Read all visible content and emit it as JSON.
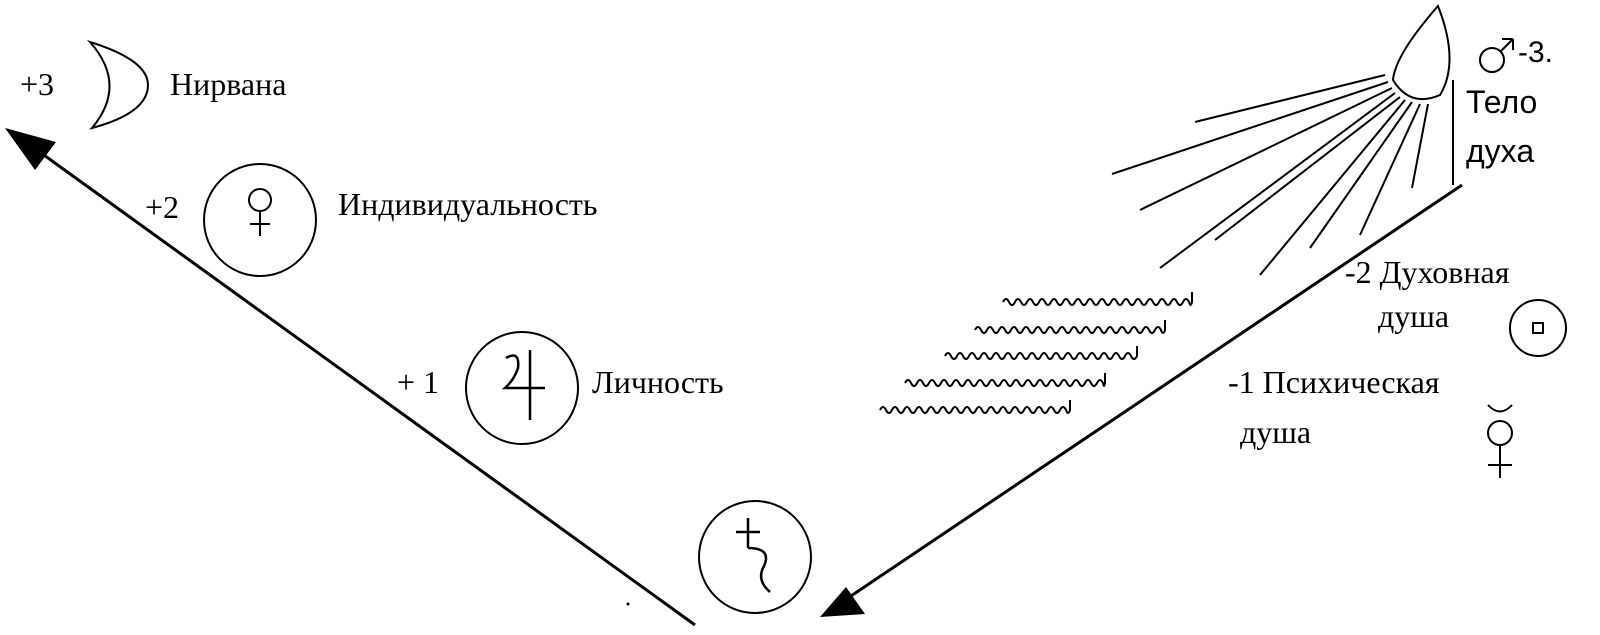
{
  "left_branch": {
    "levels": [
      {
        "number": "+3",
        "name": "Нирвана",
        "symbol": "moon-icon"
      },
      {
        "number": "+2",
        "name": "Индивидуальность",
        "symbol": "venus-icon"
      },
      {
        "number": "+ 1",
        "name": "Личность",
        "symbol": "jupiter-icon"
      }
    ]
  },
  "bottom": {
    "symbol": "saturn-icon"
  },
  "right_branch": {
    "mars_label": "-3.",
    "body_label_line1": "Тело",
    "body_label_line2": "духа",
    "spiritual_line1": "-2 Духовная",
    "spiritual_line2": "душа",
    "psychic_line1": "-1 Психическая",
    "psychic_line2": "душа",
    "symbols": [
      "mars-icon",
      "sun-icon",
      "mercury-icon",
      "flame-icon"
    ]
  },
  "colors": {
    "ink": "#000000",
    "background": "#ffffff"
  }
}
